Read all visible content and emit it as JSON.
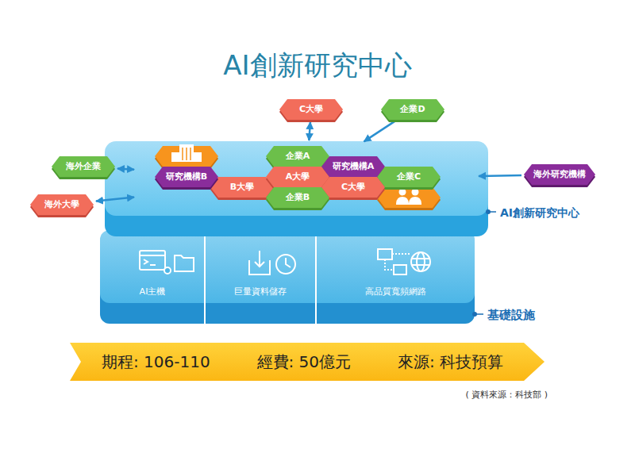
{
  "diagram": {
    "title": "AI創新研究中心",
    "caption": "( 資料來源：科技部 )",
    "nodes": [
      {
        "text": [
          "C大學"
        ]
      },
      {
        "text": [
          "企業D"
        ]
      },
      {
        "text": [
          "海外企業"
        ]
      },
      {
        "text": [
          "海外大學"
        ]
      },
      {
        "text": [
          "海外研究機構"
        ]
      },
      {
        "text": [
          "AI創新研究中心"
        ]
      },
      {
        "text": [
          "企業A"
        ],
        "in": 5
      },
      {
        "text": [
          "研究機構A"
        ],
        "in": 5
      },
      {
        "text": [
          "企業C"
        ],
        "in": 5
      },
      {
        "text": [
          "B大學"
        ],
        "in": 5
      },
      {
        "text": [
          "A大學"
        ],
        "in": 5
      },
      {
        "text": [
          "C大學"
        ],
        "in": 5
      },
      {
        "text": [
          "研究機構B"
        ],
        "in": 5
      },
      {
        "text": [
          "企業B"
        ],
        "in": 5
      },
      {
        "text": [
          "基礎設施"
        ]
      },
      {
        "text": [
          "AI主機"
        ],
        "in": 14
      },
      {
        "text": [
          "巨量資料儲存"
        ],
        "in": 14
      },
      {
        "text": [
          "高品質寬頻網路"
        ],
        "in": 14
      },
      {
        "text": [
          "期程: 106-110",
          "經費: 50億元",
          "來源: 科技預算"
        ]
      }
    ],
    "edges": [
      {
        "from": 0,
        "to": 5,
        "arrow": "both"
      },
      {
        "from": 1,
        "to": 5,
        "arrow": "to"
      },
      {
        "from": 2,
        "to": 5,
        "arrow": "both"
      },
      {
        "from": 3,
        "to": 5,
        "arrow": "both"
      },
      {
        "from": 4,
        "to": 5,
        "arrow": "to"
      }
    ]
  }
}
